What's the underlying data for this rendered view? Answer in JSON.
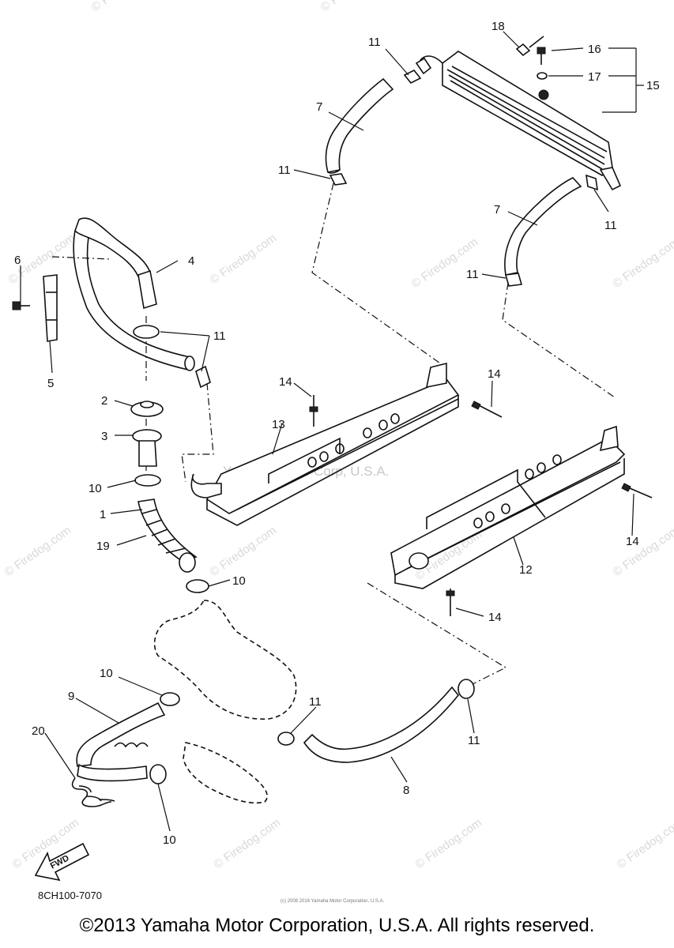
{
  "diagram": {
    "part_numbers": {
      "p1": "1",
      "p2": "2",
      "p3": "3",
      "p4": "4",
      "p5": "5",
      "p6": "6",
      "p7": "7",
      "p8": "8",
      "p9": "9",
      "p10": "10",
      "p11": "11",
      "p12": "12",
      "p13": "13",
      "p14": "14",
      "p15": "15",
      "p16": "16",
      "p17": "17",
      "p18": "18",
      "p19": "19",
      "p20": "20"
    },
    "fwd_label": "FWD",
    "drawing_code": "8CH100-7070",
    "watermark_text": "© Firedog.com",
    "center_watermark": "Yamaha Motor Corp, U.S.A.",
    "fine_print": "(c) 2008 2016 Yamaha Motor Corporation, U.S.A."
  },
  "footer": {
    "copyright": "©2013 Yamaha Motor Corporation, U.S.A. All rights reserved."
  }
}
